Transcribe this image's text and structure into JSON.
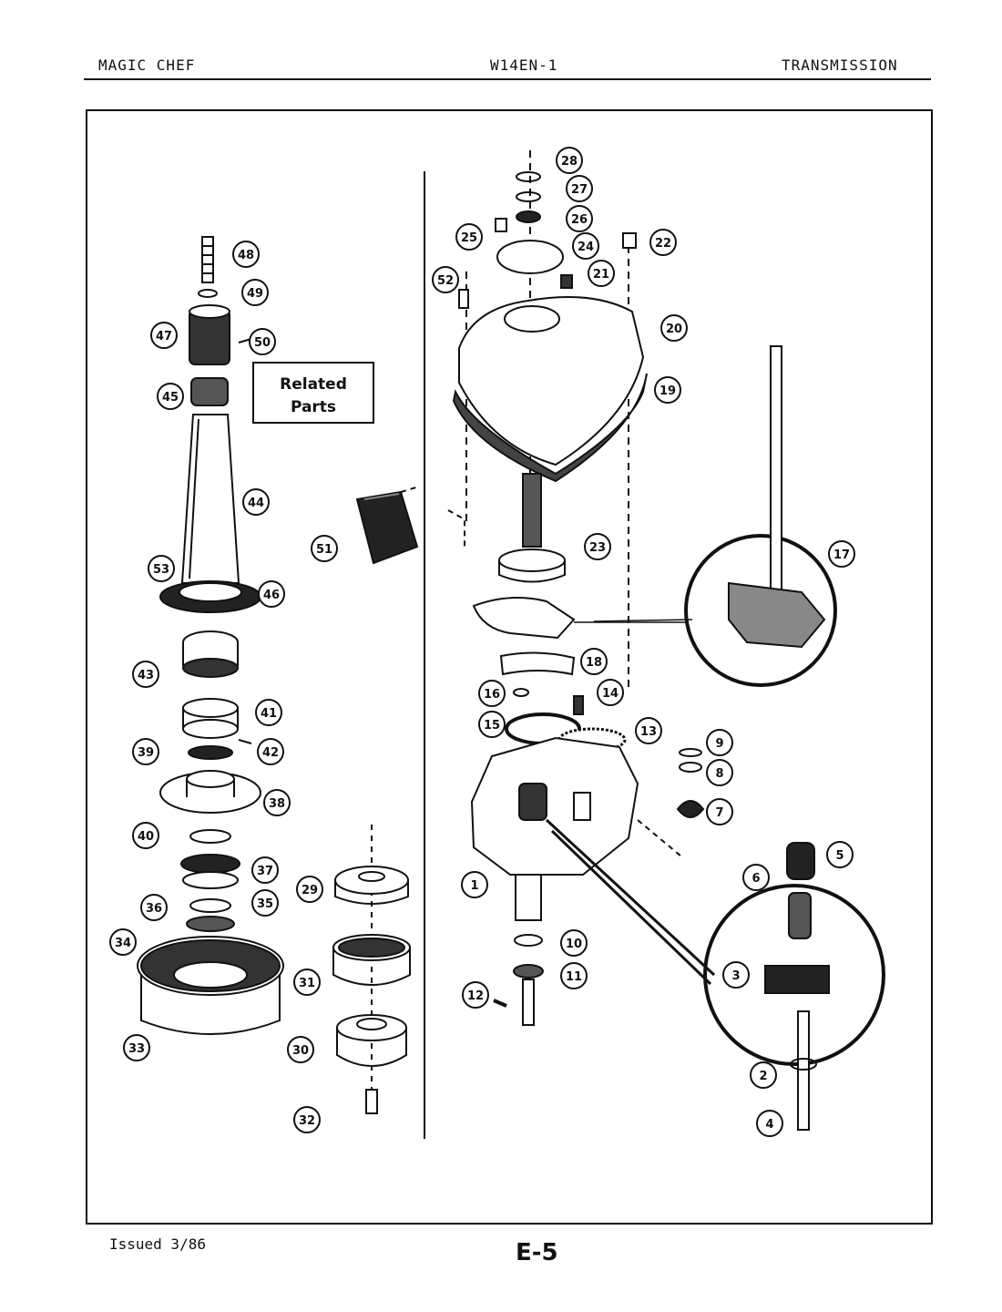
{
  "header": {
    "brand": "MAGIC CHEF",
    "model": "W14EN-1",
    "section": "TRANSMISSION"
  },
  "related_parts": {
    "line1": "Related",
    "line2": "Parts"
  },
  "footer": {
    "issued": "Issued 3/86",
    "page": "E-5"
  },
  "callouts": [
    "1",
    "2",
    "3",
    "4",
    "5",
    "6",
    "7",
    "8",
    "9",
    "10",
    "11",
    "12",
    "13",
    "14",
    "15",
    "16",
    "17",
    "18",
    "19",
    "20",
    "21",
    "22",
    "23",
    "24",
    "25",
    "26",
    "27",
    "28",
    "29",
    "30",
    "31",
    "32",
    "33",
    "34",
    "35",
    "36",
    "37",
    "38",
    "39",
    "40",
    "41",
    "42",
    "43",
    "44",
    "45",
    "46",
    "47",
    "48",
    "49",
    "50",
    "51",
    "52",
    "53"
  ]
}
